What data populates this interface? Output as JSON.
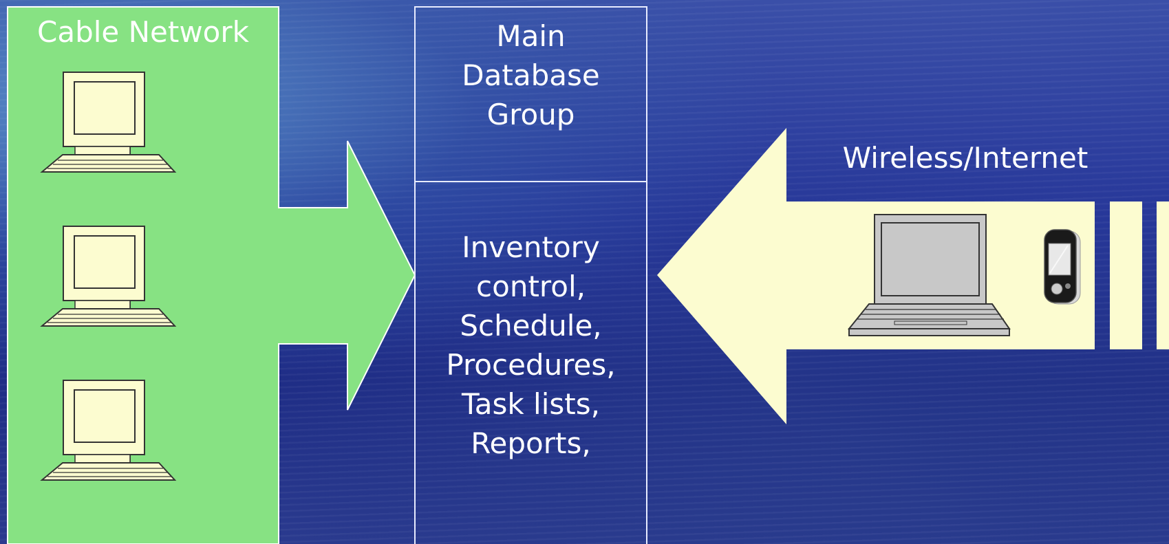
{
  "colors": {
    "cable_panel": "#87e283",
    "wireless_arrow": "#fcfcd0",
    "box_border": "#e8ecff",
    "device_fill": "#fcfcd0",
    "laptop_screen": "#c8c8c8"
  },
  "cable_network": {
    "title": "Cable Network",
    "devices": [
      {
        "icon": "desktop-computer-icon"
      },
      {
        "icon": "desktop-computer-icon"
      },
      {
        "icon": "desktop-computer-icon"
      }
    ]
  },
  "database_box": {
    "title": "Main\nDatabase\nGroup",
    "contents": "Inventory\ncontrol,\nSchedule,\nProcedures,\nTask lists,\nReports,"
  },
  "wireless": {
    "title": "Wireless/Internet",
    "devices": [
      {
        "icon": "laptop-icon"
      },
      {
        "icon": "pda-icon"
      }
    ]
  }
}
